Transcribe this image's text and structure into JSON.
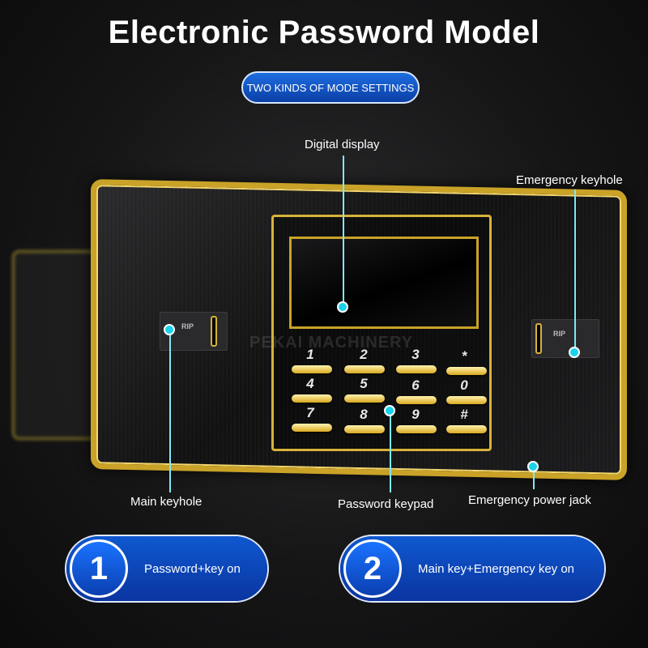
{
  "title": "Electronic Password Model",
  "mode_pill": "TWO KINDS OF MODE SETTINGS",
  "callouts": {
    "digital_display": "Digital display",
    "emergency_keyhole": "Emergency keyhole",
    "main_keyhole": "Main keyhole",
    "password_keypad": "Password keypad",
    "emergency_power_jack": "Emergency power jack"
  },
  "keypad": {
    "digits": [
      "1",
      "2",
      "3",
      "*",
      "4",
      "5",
      "6",
      "0",
      "7",
      "8",
      "9",
      "#"
    ]
  },
  "keyhole_text": "RIP",
  "watermark": "PEKAI MACHINERY",
  "modes": [
    {
      "number": "1",
      "label": "Password+key on"
    },
    {
      "number": "2",
      "label": "Main key+Emergency key on"
    }
  ],
  "colors": {
    "gold": "#c9a227",
    "cyan_marker": "#19d3ea",
    "badge_blue": "#0f58d0"
  }
}
